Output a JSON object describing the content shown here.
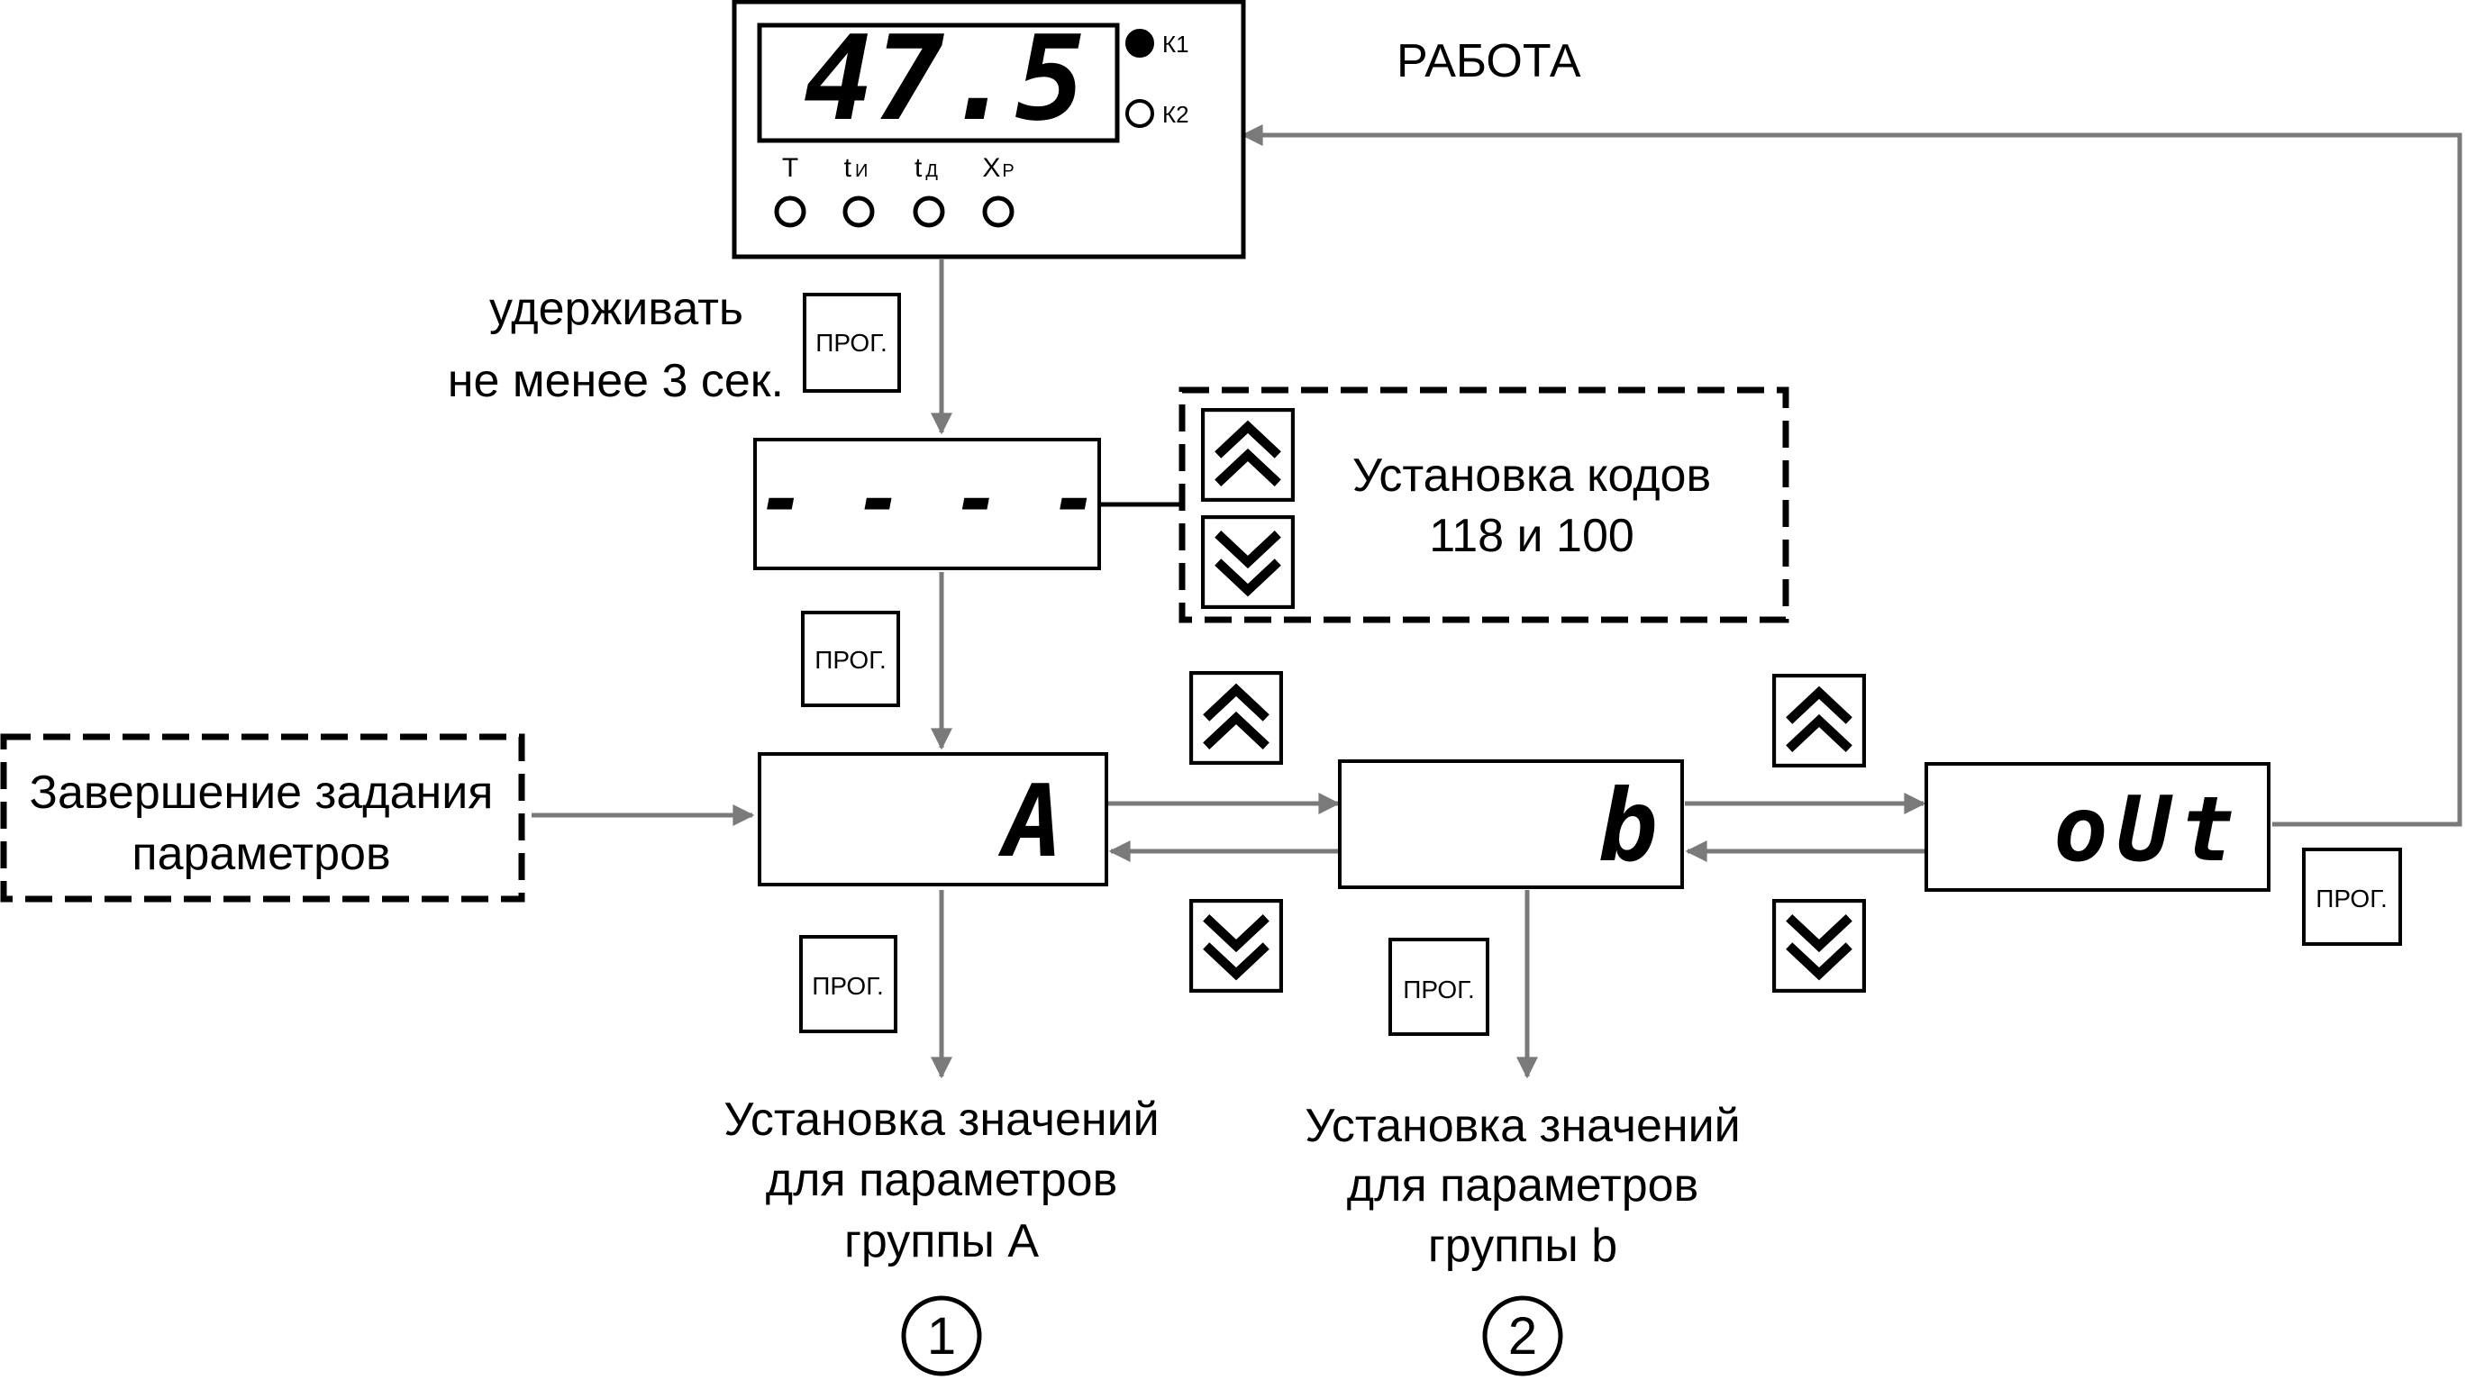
{
  "device": {
    "display_value": "47.5",
    "indicators": [
      {
        "label": "К1",
        "state": "on"
      },
      {
        "label": "К2",
        "state": "off"
      }
    ],
    "leds": [
      {
        "label": "T",
        "sub": ""
      },
      {
        "label": "t",
        "sub": "И"
      },
      {
        "label": "t",
        "sub": "Д"
      },
      {
        "label": "X",
        "sub": "P"
      }
    ]
  },
  "labels": {
    "work": "РАБОТА",
    "hold_line1": "удерживать",
    "hold_line2": "не менее 3 сек.",
    "codes_line1": "Установка кодов",
    "codes_line2": "118 и 100",
    "finish_line1": "Завершение задания",
    "finish_line2": "параметров",
    "set_a_line1": "Установка значений",
    "set_a_line2": "для параметров",
    "set_a_line3": "группы А",
    "set_b_line1": "Установка значений",
    "set_b_line2": "для параметров",
    "set_b_line3": "группы b",
    "circle_1": "1",
    "circle_2": "2"
  },
  "displays": {
    "dashes": "- - - -",
    "a": "A",
    "b": "b",
    "out": "oUt"
  },
  "buttons": {
    "prog": "ПРОГ."
  },
  "icons": {
    "up": "double-chevron-up-icon",
    "down": "double-chevron-down-icon"
  },
  "colors": {
    "arrow": "#7a7a7a",
    "line": "#000000"
  }
}
